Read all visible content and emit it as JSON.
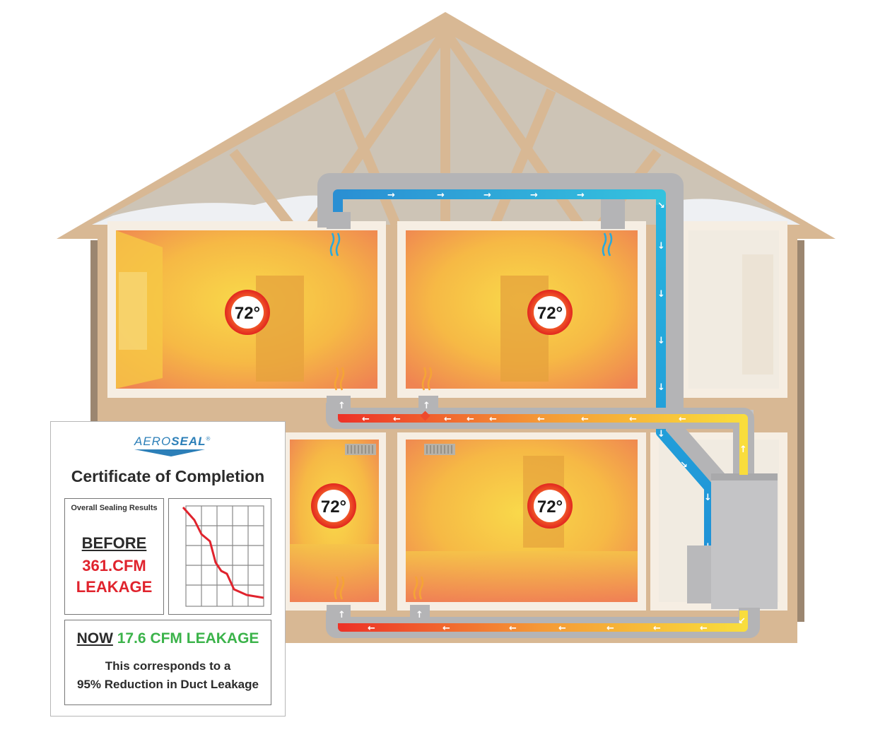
{
  "house": {
    "thermostats": [
      {
        "id": "upstairs-left",
        "temp": "72°"
      },
      {
        "id": "upstairs-right",
        "temp": "72°"
      },
      {
        "id": "downstairs-left",
        "temp": "72°"
      },
      {
        "id": "downstairs-right",
        "temp": "72°"
      }
    ],
    "colors": {
      "frame": "#d8b894",
      "roof_fill": "#cdc4b6",
      "snow": "#f0f1f3",
      "warm_room": "#f7c93c",
      "warm_edge": "#ef7f45",
      "supply_hot": "#ef3f2a",
      "supply_warm": "#f8d53a",
      "return_cool": "#1f8fd6",
      "return_light": "#2ecbe0",
      "duct_gray": "#b4b4b6"
    }
  },
  "certificate": {
    "logo_aero": "AERO",
    "logo_seal": "SEAL",
    "logo_reg": "®",
    "title": "Certificate of Completion",
    "results_heading": "Overall Sealing Results",
    "before_label": "BEFORE",
    "before_value_line1": "361.CFM",
    "before_value_line2": "LEAKAGE",
    "now_label": "NOW",
    "now_value": "17.6 CFM LEAKAGE",
    "corresponds_line1": "This corresponds to a",
    "corresponds_line2": "95% Reduction in Duct Leakage",
    "colors": {
      "before": "#e0232d",
      "now": "#3bb34a",
      "logo": "#2c7fb8"
    }
  }
}
